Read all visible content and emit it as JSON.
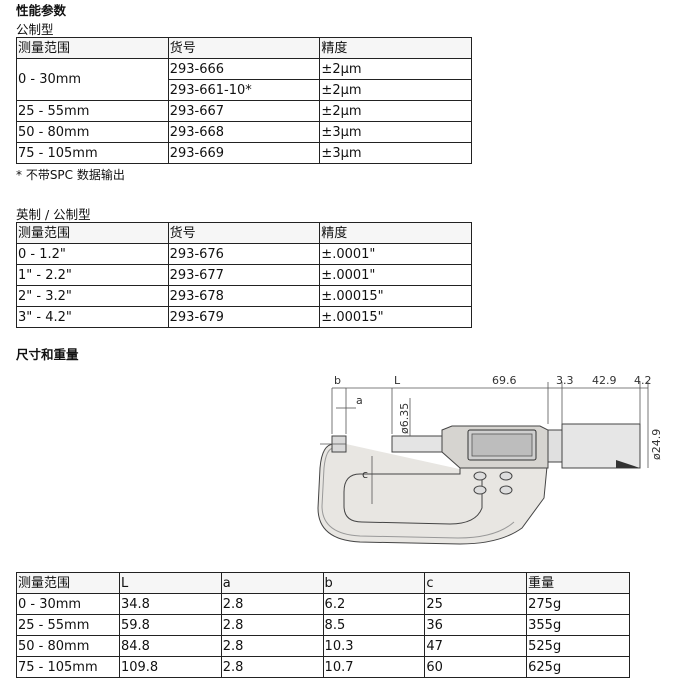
{
  "section1": {
    "title": "性能参数",
    "subtitle": "公制型",
    "headers": [
      "测量范围",
      "货号",
      "精度"
    ],
    "rows": [
      {
        "range": "0 - 30mm",
        "items": [
          [
            "293-666",
            "±2µm"
          ],
          [
            "293-661-10*",
            "±2µm"
          ]
        ]
      },
      {
        "range": "25 - 55mm",
        "items": [
          [
            "293-667",
            "±2µm"
          ]
        ]
      },
      {
        "range": "50 - 80mm",
        "items": [
          [
            "293-668",
            "±3µm"
          ]
        ]
      },
      {
        "range": "75 - 105mm",
        "items": [
          [
            "293-669",
            "±3µm"
          ]
        ]
      }
    ],
    "note": "* 不带SPC 数据输出"
  },
  "section2": {
    "subtitle": "英制 / 公制型",
    "headers": [
      "测量范围",
      "货号",
      "精度"
    ],
    "rows": [
      [
        "0 - 1.2\"",
        "293-676",
        "±.0001\""
      ],
      [
        "1\" - 2.2\"",
        "293-677",
        "±.0001\""
      ],
      [
        "2\" - 3.2\"",
        "293-678",
        "±.00015\""
      ],
      [
        "3\" - 4.2\"",
        "293-679",
        "±.00015\""
      ]
    ]
  },
  "section3": {
    "title": "尺寸和重量",
    "drawing_labels": {
      "b": "b",
      "L": "L",
      "a": "a",
      "c": "c",
      "d1": "69.6",
      "d2": "3.3",
      "d3": "42.9",
      "d4": "4.2",
      "spindle": "ø6.35",
      "thimble": "ø24.9"
    },
    "headers": [
      "测量范围",
      "L",
      "a",
      "b",
      "c",
      "重量"
    ],
    "rows": [
      [
        "0 - 30mm",
        "34.8",
        "2.8",
        "6.2",
        "25",
        "275g"
      ],
      [
        "25 - 55mm",
        "59.8",
        "2.8",
        "8.5",
        "36",
        "355g"
      ],
      [
        "50 - 80mm",
        "84.8",
        "2.8",
        "10.3",
        "47",
        "525g"
      ],
      [
        "75 - 105mm",
        "109.8",
        "2.8",
        "10.7",
        "60",
        "625g"
      ]
    ]
  }
}
